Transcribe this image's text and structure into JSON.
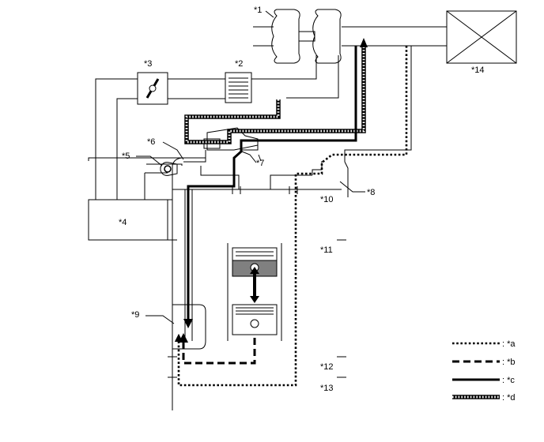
{
  "callouts": {
    "c1": "*1",
    "c2": "*2",
    "c3": "*3",
    "c4": "*4",
    "c5": "*5",
    "c6": "*6",
    "c7": "*7",
    "c8": "*8",
    "c9": "*9",
    "c10": "*10",
    "c11": "*11",
    "c12": "*12",
    "c13": "*13",
    "c14": "*14"
  },
  "legend": {
    "a": ": *a",
    "b": ": *b",
    "c": ": *c",
    "d": ": *d"
  }
}
